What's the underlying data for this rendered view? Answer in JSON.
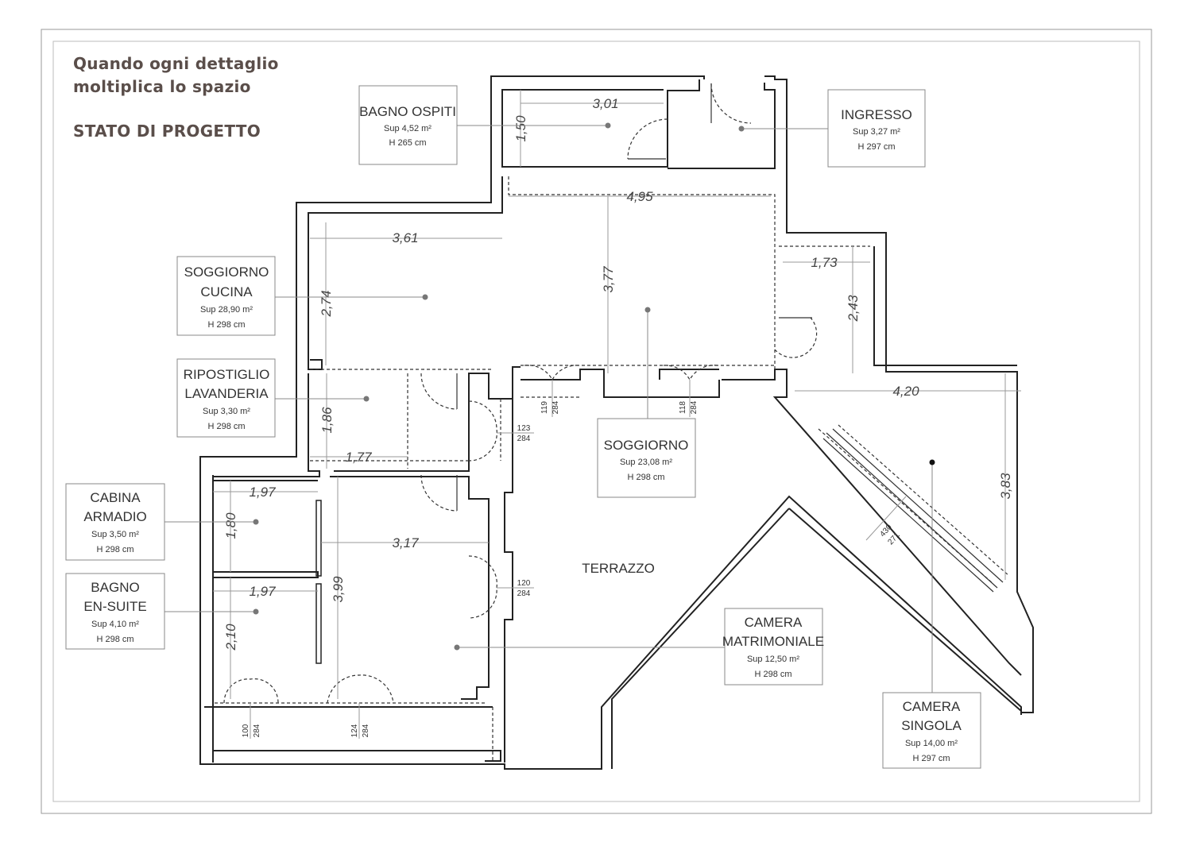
{
  "header": {
    "line1": "Quando  ogni  dettaglio",
    "line2": "moltiplica lo spazio",
    "subtitle": "STATO DI PROGETTO"
  },
  "rooms": [
    {
      "name1": "BAGNO OSPITI",
      "name2": "",
      "sup": "Sup 4,52 m²",
      "h": "H 265 cm"
    },
    {
      "name1": "INGRESSO",
      "name2": "",
      "sup": "Sup 3,27 m²",
      "h": "H 297 cm"
    },
    {
      "name1": "SOGGIORNO",
      "name2": "CUCINA",
      "sup": "Sup 28,90 m²",
      "h": "H 298 cm"
    },
    {
      "name1": "RIPOSTIGLIO",
      "name2": "LAVANDERIA",
      "sup": "Sup 3,30 m²",
      "h": "H 298 cm"
    },
    {
      "name1": "CABINA",
      "name2": "ARMADIO",
      "sup": "Sup 3,50 m²",
      "h": "H 298 cm"
    },
    {
      "name1": "BAGNO",
      "name2": "EN-SUITE",
      "sup": "Sup 4,10 m²",
      "h": "H 298 cm"
    },
    {
      "name1": "SOGGIORNO",
      "name2": "",
      "sup": "Sup 23,08 m²",
      "h": "H 298 cm"
    },
    {
      "name1": "CAMERA",
      "name2": "MATRIMONIALE",
      "sup": "Sup 12,50 m²",
      "h": "H 298 cm"
    },
    {
      "name1": "CAMERA",
      "name2": "SINGOLA",
      "sup": "Sup 14,00 m²",
      "h": "H 297 cm"
    }
  ],
  "terrace": "TERRAZZO",
  "dimensions": [
    "3,01",
    "1,50",
    "4,95",
    "3,61",
    "2,74",
    "3,77",
    "1,73",
    "2,43",
    "4,20",
    "3,83",
    "1,86",
    "1,77",
    "1,97",
    "1,80",
    "3,17",
    "3,99",
    "1,97",
    "2,10"
  ],
  "windows": [
    {
      "w": "119",
      "h": "284"
    },
    {
      "w": "118",
      "h": "284"
    },
    {
      "w": "123",
      "h": "284"
    },
    {
      "w": "120",
      "h": "284"
    },
    {
      "w": "100",
      "h": "284"
    },
    {
      "w": "124",
      "h": "284"
    },
    {
      "w": "430",
      "h": "271"
    }
  ]
}
